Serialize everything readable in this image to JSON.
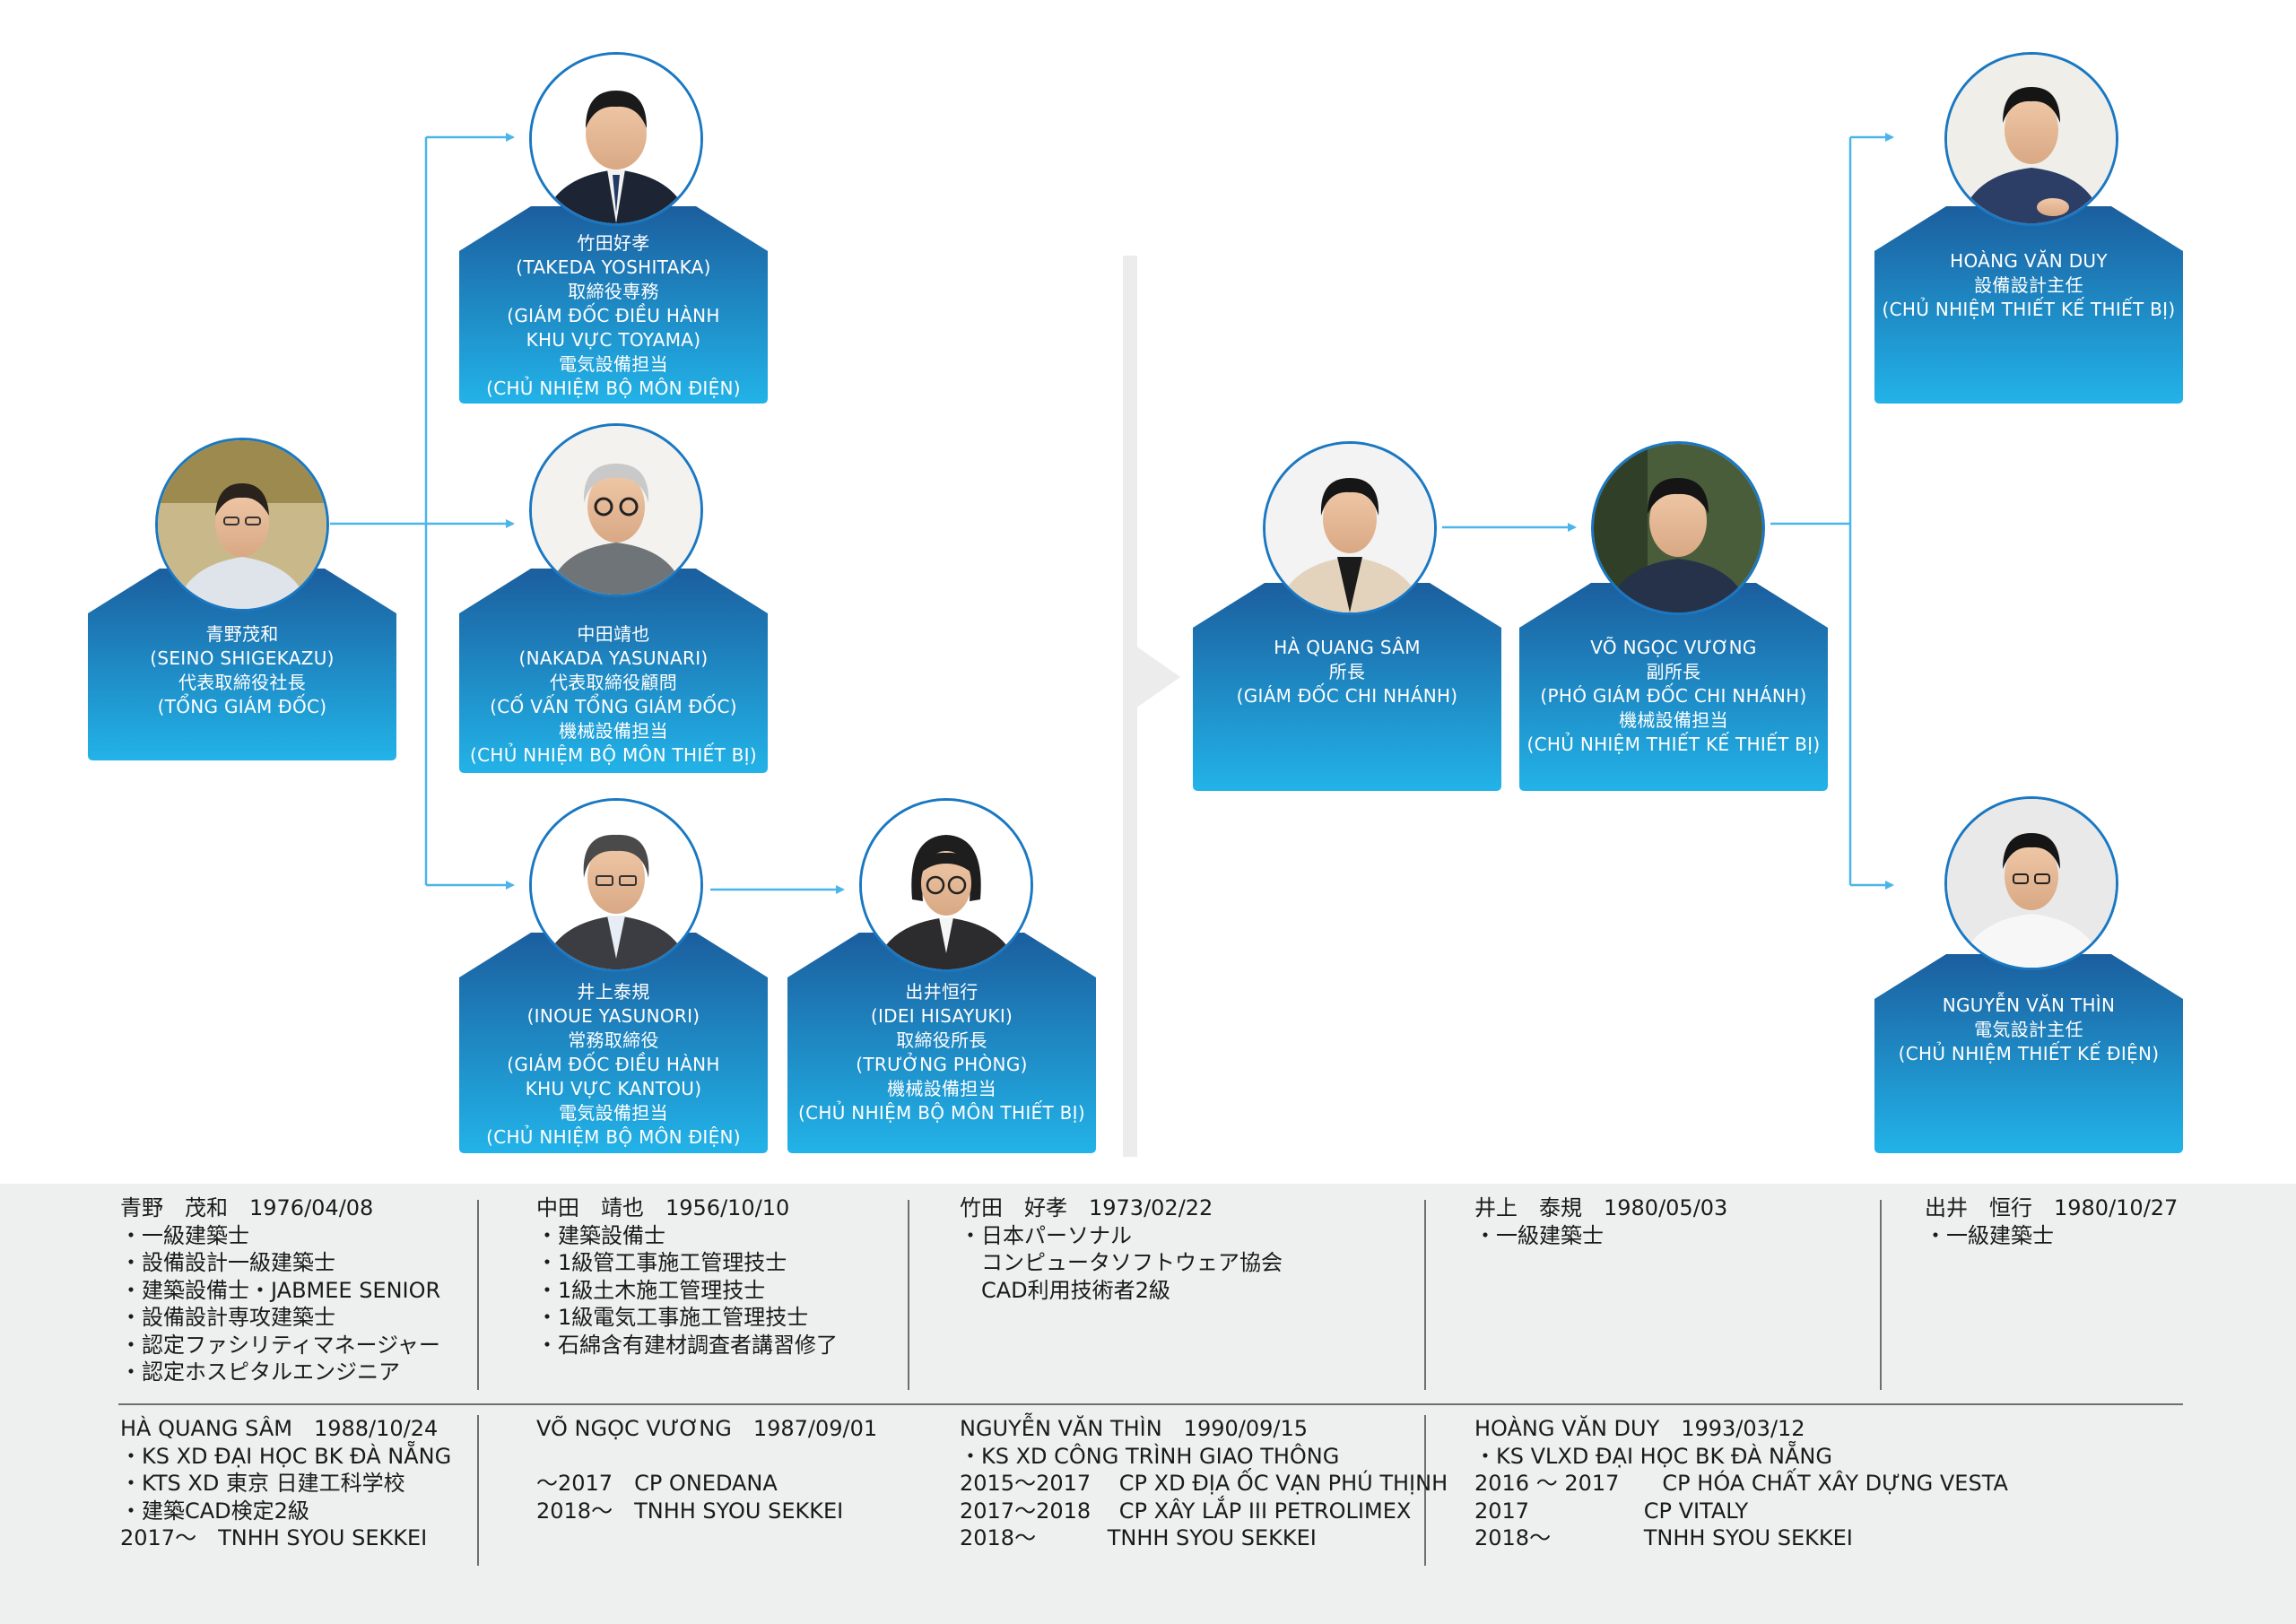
{
  "people": {
    "aono": {
      "lines": [
        "青野茂和",
        "(SEINO SHIGEKAZU)",
        "代表取締役社長",
        "(TỔNG GIÁM ĐỐC)"
      ]
    },
    "takeda": {
      "lines": [
        "竹田好孝",
        "(TAKEDA YOSHITAKA)",
        "取締役専務",
        "(GIÁM ĐỐC ĐIỀU HÀNH",
        "KHU VỰC TOYAMA)",
        "電気設備担当",
        "(CHỦ NHIỆM BỘ MÔN ĐIỆN)"
      ]
    },
    "nakada": {
      "lines": [
        "中田靖也",
        "(NAKADA YASUNARI)",
        "代表取締役顧問",
        "(CỐ VẤN TỔNG GIÁM ĐỐC)",
        "機械設備担当",
        "(CHỦ NHIỆM BỘ MÔN THIẾT BỊ)"
      ]
    },
    "inoue": {
      "lines": [
        "井上泰規",
        "(INOUE YASUNORI)",
        "常務取締役",
        "(GIÁM ĐỐC ĐIỀU HÀNH",
        "KHU VỰC KANTOU)",
        "電気設備担当",
        "(CHỦ NHIỆM BỘ MÔN ĐIỆN)"
      ]
    },
    "idei": {
      "lines": [
        "出井恒行",
        "(IDEI HISAYUKI)",
        "取締役所長",
        "(TRƯỞNG PHÒNG)",
        "機械設備担当",
        "(CHỦ NHIỆM BỘ MÔN THIẾT BỊ)"
      ]
    },
    "ha": {
      "lines": [
        "HÀ QUANG SÂM",
        "所長",
        "(GIÁM ĐỐC CHI NHÁNH)"
      ]
    },
    "vo": {
      "lines": [
        "VÕ NGỌC VƯƠNG",
        "副所長",
        "(PHÓ GIÁM ĐỐC CHI NHÁNH)",
        "機械設備担当",
        "(CHỦ NHIỆM THIẾT KẾ THIẾT BỊ)"
      ]
    },
    "hoang": {
      "lines": [
        "HOÀNG VĂN DUY",
        "設備設計主任",
        "(CHỦ NHIỆM THIẾT KẾ THIẾT BỊ)"
      ]
    },
    "nguyen": {
      "lines": [
        "NGUYỄN VĂN THÌN",
        "電気設計主任",
        "(CHỦ NHIỆM THIẾT KẾ ĐIỆN)"
      ]
    }
  },
  "profiles_row1": [
    {
      "lines": [
        "青野　茂和　1976/04/08",
        "・一級建築士",
        "・設備設計一級建築士",
        "・建築設備士・JABMEE SENIOR",
        "・設備設計専攻建築士",
        "・認定ファシリティマネージャー",
        "・認定ホスピタルエンジニア"
      ]
    },
    {
      "lines": [
        "中田　靖也　1956/10/10",
        "・建築設備士",
        "・1級管工事施工管理技士",
        "・1級土木施工管理技士",
        "・1級電気工事施工管理技士",
        "・石綿含有建材調査者講習修了"
      ]
    },
    {
      "lines": [
        "竹田　好孝　1973/02/22",
        "・日本パーソナル",
        "　コンピュータソフトウェア協会",
        "　CAD利用技術者2級"
      ]
    },
    {
      "lines": [
        "井上　泰規　1980/05/03",
        "・一級建築士"
      ]
    },
    {
      "lines": [
        "出井　恒行　1980/10/27",
        "・一級建築士"
      ]
    }
  ],
  "profiles_row2": [
    {
      "lines": [
        "HÀ QUANG SÂM　1988/10/24",
        "・KS XD ĐẠI HỌC BK ĐÀ NẴNG",
        "・KTS XD 東京 日建工科学校",
        "・建築CAD検定2級",
        "2017〜　TNHH SYOU SEKKEI"
      ]
    },
    {
      "lines": [
        "VÕ NGỌC VƯƠNG　1987/09/01",
        "",
        "〜2017　CP ONEDANA",
        "2018〜　TNHH SYOU SEKKEI"
      ]
    },
    {
      "lines": [
        "NGUYỄN VĂN THÌN　1990/09/15",
        "・KS XD CÔNG TRÌNH GIAO THÔNG",
        "2015〜2017　 CP XD ĐỊA ỐC VẠN PHÚ THỊNH",
        "2017〜2018　 CP XÂY LẮP III PETROLIMEX",
        "2018〜　　　 TNHH SYOU SEKKEI"
      ]
    },
    {
      "lines": [
        "HOÀNG VĂN DUY　1993/03/12",
        "・KS VLXD ĐẠI HỌC BK ĐÀ NẴNG",
        "2016 〜 2017　　CP HÓA CHẤT XÂY DỰNG VESTA",
        "2017　　　　　 CP VITALY",
        "2018〜　　　　 TNHH SYOU SEKKEI"
      ]
    }
  ],
  "colors": {
    "card_top": "#1b5e9e",
    "card_bottom": "#22b3e8",
    "connector": "#4bb5ea",
    "panel_bg": "#eeefef",
    "ring": "#1a78c2"
  }
}
